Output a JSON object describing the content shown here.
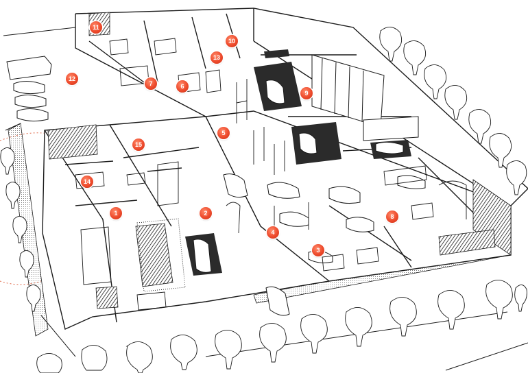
{
  "markers": [
    {
      "id": "m1",
      "label": "1"
    },
    {
      "id": "m2",
      "label": "2"
    },
    {
      "id": "m3",
      "label": "3"
    },
    {
      "id": "m4",
      "label": "4"
    },
    {
      "id": "m5",
      "label": "5"
    },
    {
      "id": "m6",
      "label": "6"
    },
    {
      "id": "m7",
      "label": "7"
    },
    {
      "id": "m8",
      "label": "8"
    },
    {
      "id": "m9",
      "label": "9"
    },
    {
      "id": "m10",
      "label": "10"
    },
    {
      "id": "m11",
      "label": "11"
    },
    {
      "id": "m12",
      "label": "12"
    },
    {
      "id": "m13",
      "label": "13"
    },
    {
      "id": "m14",
      "label": "14"
    },
    {
      "id": "m15",
      "label": "15"
    }
  ],
  "colors": {
    "marker_fill": "#ee4a2c",
    "line": "#1a1a1a",
    "dark_fill": "#2b2b2b",
    "guide_dash": "#e06a4a"
  }
}
